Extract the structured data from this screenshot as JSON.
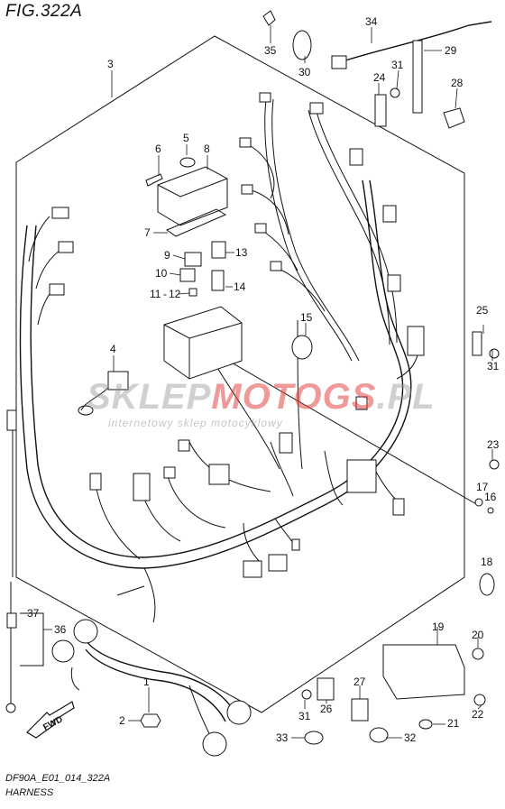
{
  "title": "FIG.322A",
  "footer": {
    "code": "DF90A_E01_014_322A",
    "name": "HARNESS"
  },
  "watermark": {
    "brand_part1": "SKLEP",
    "brand_part2": "MOTO",
    "brand_part3": "GS",
    "brand_part4": ".PL",
    "subtitle": "internetowy sklep motocyklowy"
  },
  "fwd_label": "FWD",
  "part_labels": {
    "p1": "1",
    "p2": "2",
    "p3": "3",
    "p4": "4",
    "p5": "5",
    "p6": "6",
    "p7": "7",
    "p8": "8",
    "p9": "9",
    "p10": "10",
    "p11": "11",
    "p12": "12",
    "p13": "13",
    "p14": "14",
    "p15": "15",
    "p16": "16",
    "p17": "17",
    "p18": "18",
    "p19": "19",
    "p20": "20",
    "p21": "21",
    "p22": "22",
    "p23": "23",
    "p24": "24",
    "p25": "25",
    "p26": "26",
    "p27": "27",
    "p28": "28",
    "p29": "29",
    "p30": "30",
    "p31a": "31",
    "p31b": "31",
    "p31c": "31",
    "p32": "32",
    "p33": "33",
    "p34": "34",
    "p35": "35",
    "p36": "36",
    "p37": "37"
  },
  "colors": {
    "line": "#111111",
    "watermark_red": "#e04646",
    "watermark_gray": "#969696"
  }
}
